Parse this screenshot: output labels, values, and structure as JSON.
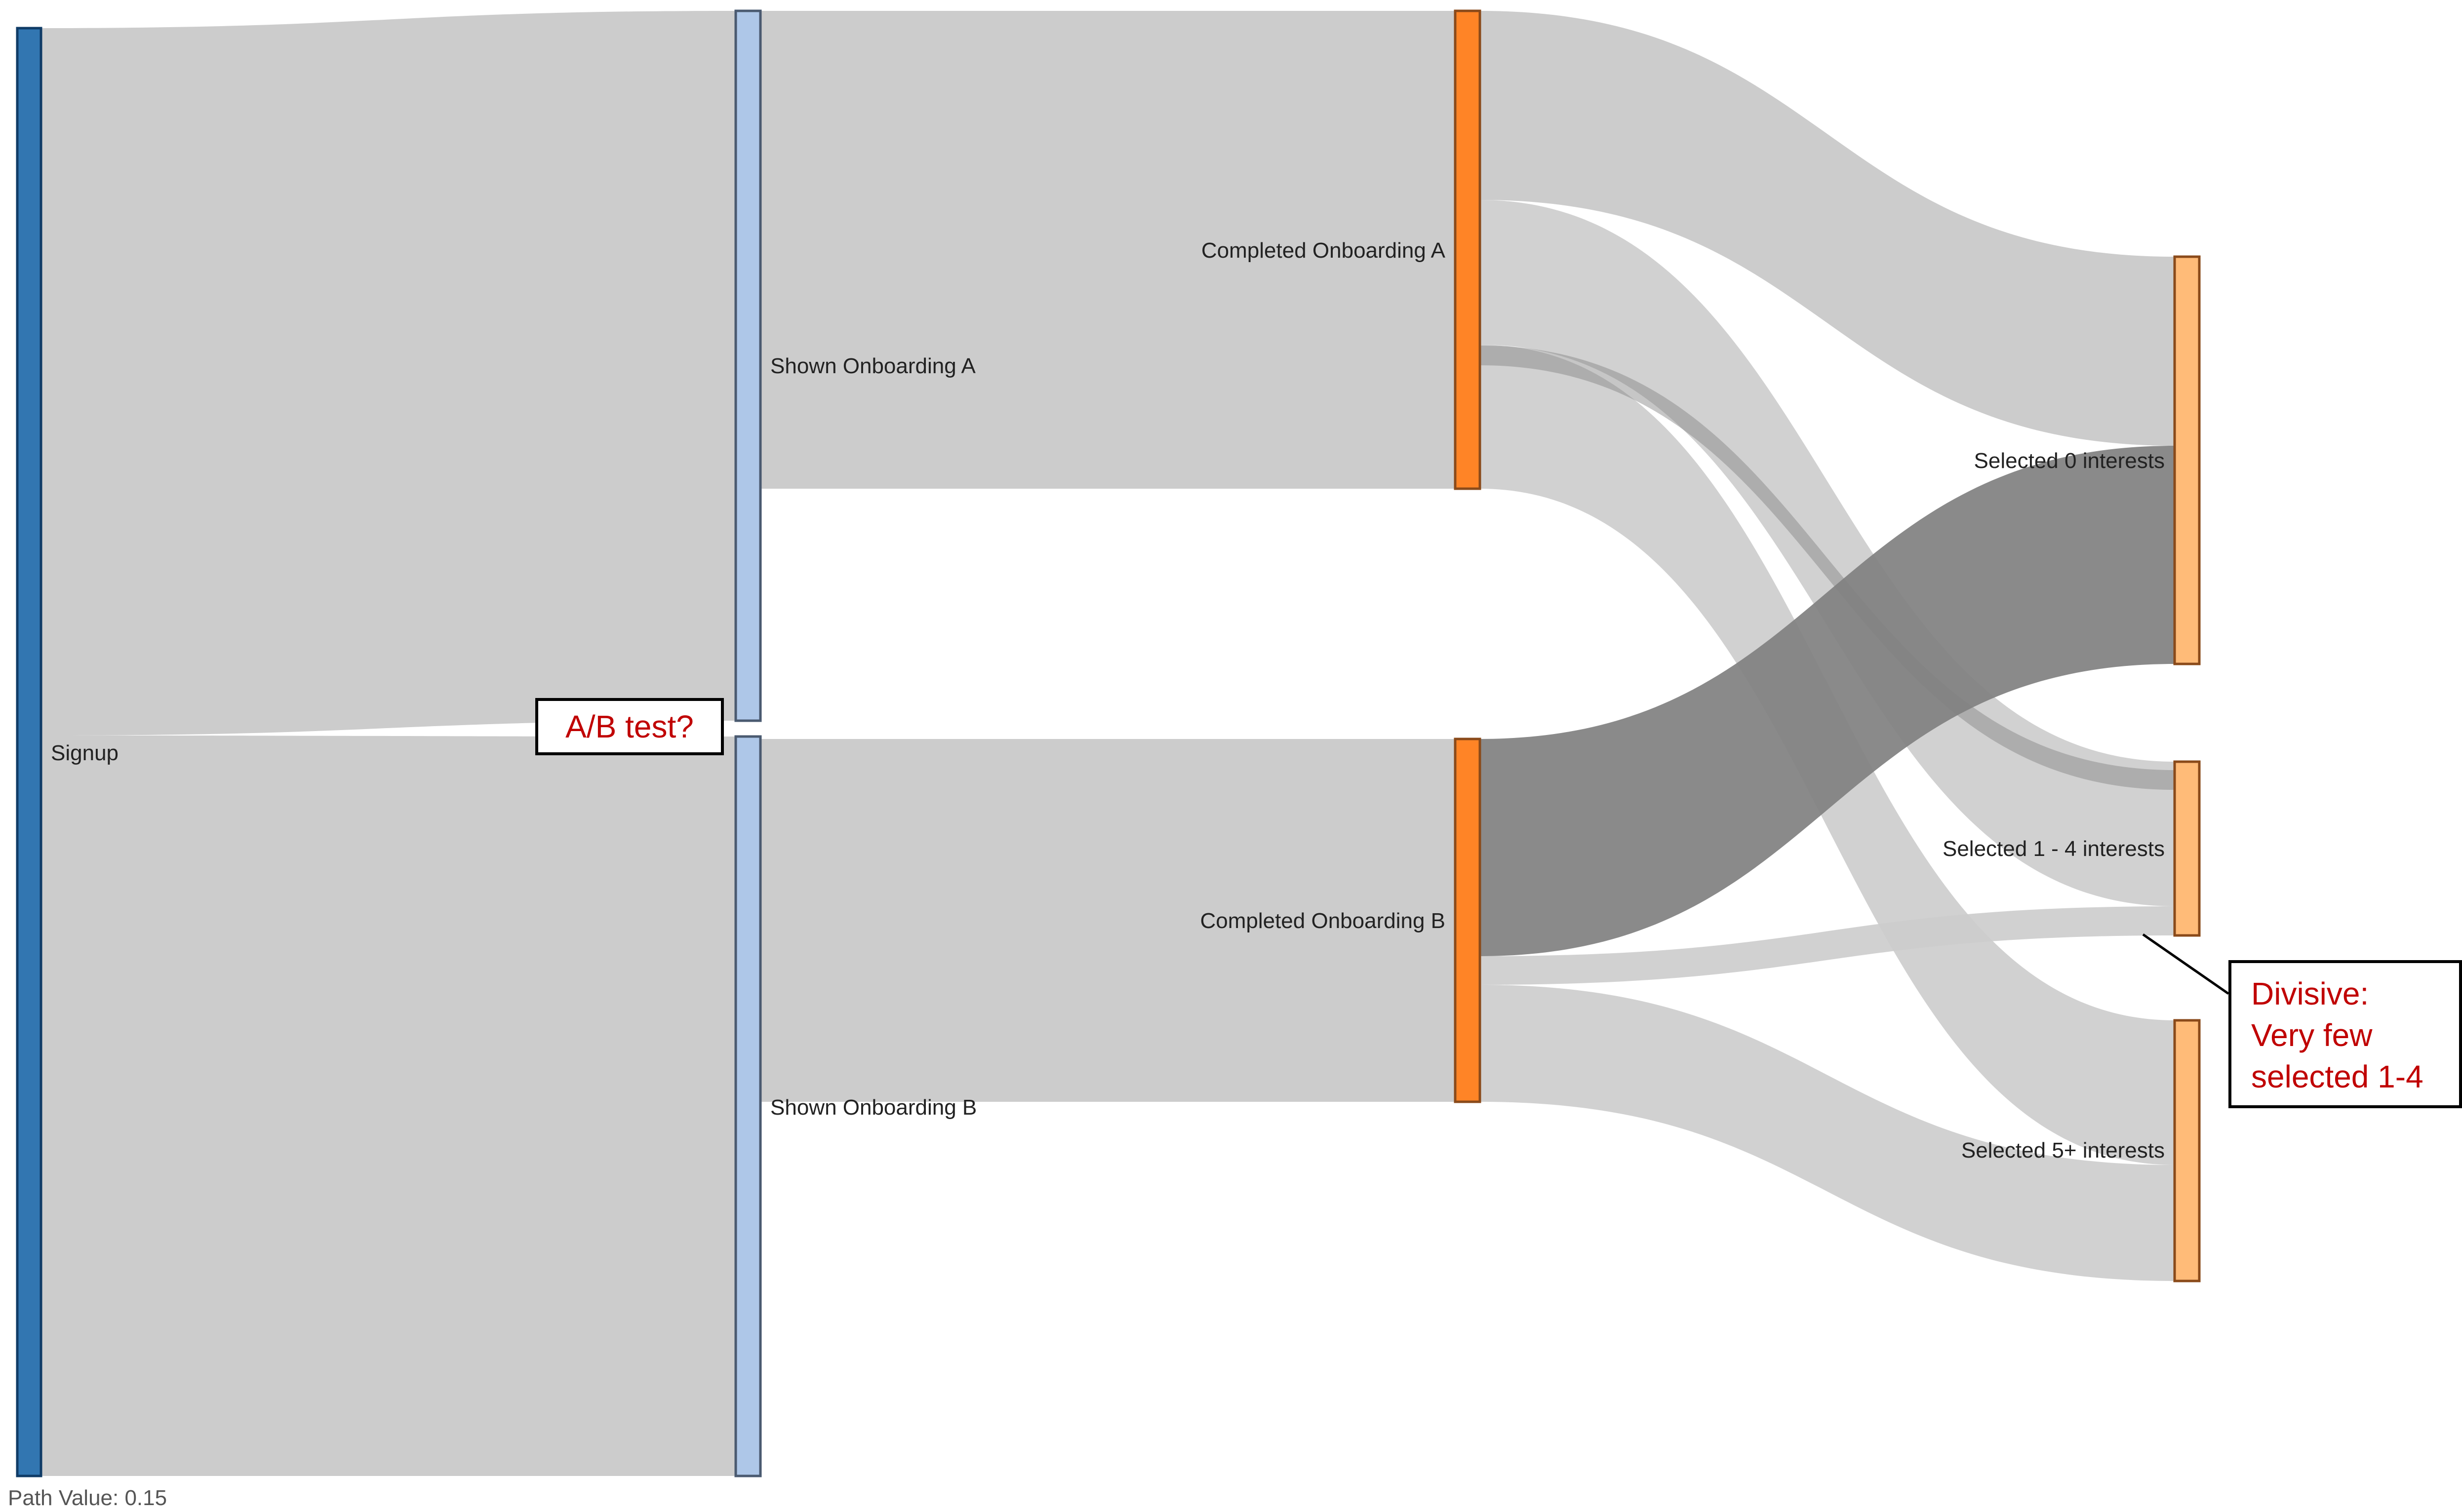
{
  "chart_data": {
    "type": "sankey",
    "title": "",
    "nodes": [
      {
        "id": "signup",
        "label": "Signup",
        "color": "#3276b1",
        "column": 0
      },
      {
        "id": "shown_a",
        "label": "Shown Onboarding A",
        "color": "#aec7e8",
        "column": 1
      },
      {
        "id": "shown_b",
        "label": "Shown Onboarding B",
        "color": "#aec7e8",
        "column": 1
      },
      {
        "id": "completed_a",
        "label": "Completed Onboarding A",
        "color": "#ff8426",
        "column": 2
      },
      {
        "id": "completed_b",
        "label": "Completed Onboarding B",
        "color": "#ff8426",
        "column": 2
      },
      {
        "id": "sel_0",
        "label": "Selected 0 interests",
        "color": "#ffbb78",
        "column": 3
      },
      {
        "id": "sel_1_4",
        "label": "Selected 1 - 4 interests",
        "color": "#ffbb78",
        "column": 3
      },
      {
        "id": "sel_5",
        "label": "Selected 5+ interests",
        "color": "#ffbb78",
        "column": 3
      }
    ],
    "links": [
      {
        "source": "signup",
        "target": "shown_a",
        "value": 0.49,
        "highlighted": false
      },
      {
        "source": "signup",
        "target": "shown_b",
        "value": 0.51,
        "highlighted": false
      },
      {
        "source": "shown_a",
        "target": "completed_a",
        "value": 0.33,
        "highlighted": false
      },
      {
        "source": "shown_b",
        "target": "completed_b",
        "value": 0.25,
        "highlighted": false
      },
      {
        "source": "completed_a",
        "target": "sel_0",
        "value": 0.13,
        "highlighted": false
      },
      {
        "source": "completed_a",
        "target": "sel_1_4",
        "value": 0.1,
        "highlighted": false
      },
      {
        "source": "completed_a",
        "target": "sel_5",
        "value": 0.1,
        "highlighted": false
      },
      {
        "source": "completed_b",
        "target": "sel_0",
        "value": 0.15,
        "highlighted": true
      },
      {
        "source": "completed_b",
        "target": "sel_1_4",
        "value": 0.02,
        "highlighted": false
      },
      {
        "source": "completed_b",
        "target": "sel_5",
        "value": 0.08,
        "highlighted": false
      }
    ],
    "link_color": "#cccccc",
    "highlight_link_color": "#808080",
    "annotations": [
      {
        "text": "A/B test?",
        "target": "shown_a/shown_b split"
      },
      {
        "text": "Divisive:\nVery few\nselected 1-4",
        "target": "sel_1_4"
      }
    ],
    "hover_info": "Path Value: 0.15"
  },
  "labels": {
    "signup": "Signup",
    "shown_a": "Shown Onboarding A",
    "shown_b": "Shown Onboarding B",
    "completed_a": "Completed Onboarding A",
    "completed_b": "Completed Onboarding B",
    "sel_0": "Selected 0 interests",
    "sel_1_4": "Selected 1 - 4 interests",
    "sel_5": "Selected 5+ interests"
  },
  "annotations": {
    "ab_test": "A/B test?",
    "divisive_line1": "Divisive:",
    "divisive_line2": "Very few",
    "divisive_line3": "selected 1-4"
  },
  "status": {
    "path_value": "Path Value: 0.15"
  },
  "colors": {
    "signup": "#3276b1",
    "shown": "#aec7e8",
    "completed": "#ff8426",
    "selected": "#ffbb78",
    "link": "#cccccc",
    "link_highlight": "#808080",
    "annotation_text": "#c00000"
  }
}
